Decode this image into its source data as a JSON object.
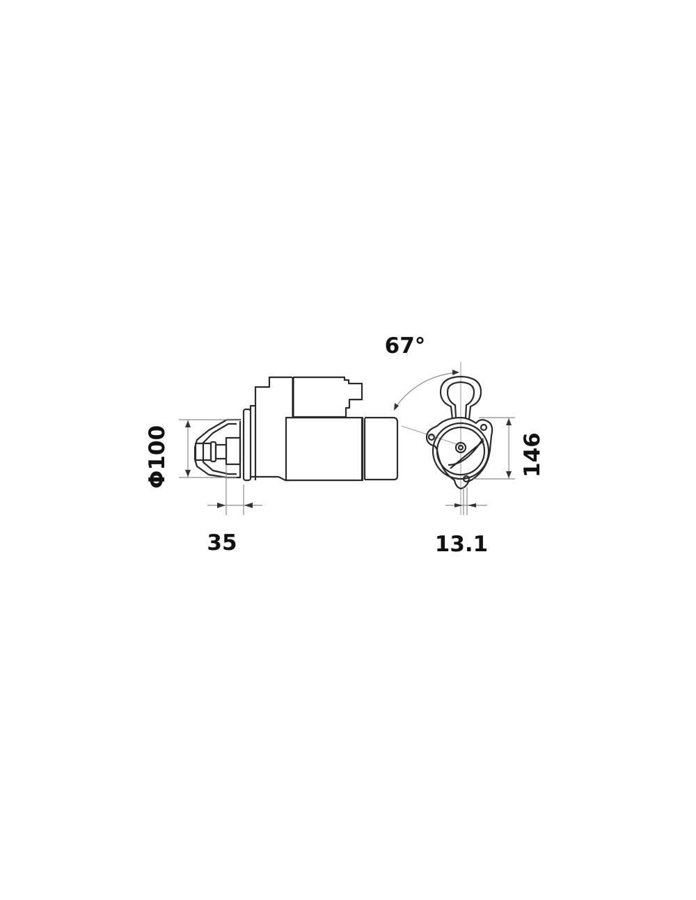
{
  "diagram": {
    "subject": "starter motor technical drawing",
    "views": [
      "side-view",
      "front-view"
    ],
    "dimensions": {
      "diameter": "Φ100",
      "flange_offset": "35",
      "angle": "67°",
      "height": "146",
      "bolt_offset": "13.1"
    },
    "colors": {
      "line": "#2a2a2a",
      "dimension_line": "#8a8a8a",
      "text": "#111111",
      "background": "#ffffff"
    }
  }
}
